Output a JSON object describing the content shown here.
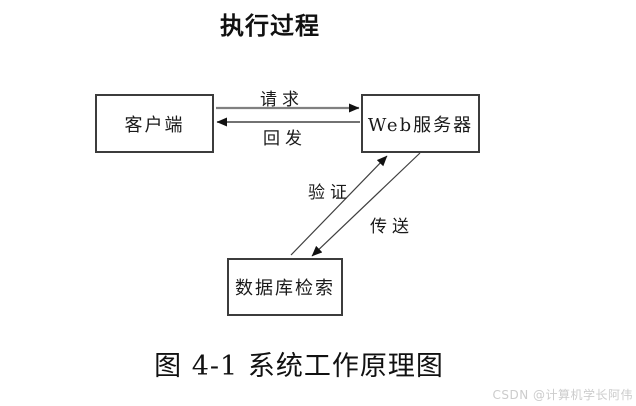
{
  "page": {
    "title": "执行过程",
    "caption": "图 4-1 系统工作原理图",
    "watermark": "CSDN @计算机学长阿伟"
  },
  "diagram": {
    "type": "flow-diagram",
    "nodes": [
      {
        "id": "client",
        "label": "客户端"
      },
      {
        "id": "web-server",
        "label": "Web服务器"
      },
      {
        "id": "database",
        "label": "数据库检索"
      }
    ],
    "edges": [
      {
        "from": "client",
        "to": "web-server",
        "label": "请求",
        "direction": "right"
      },
      {
        "from": "web-server",
        "to": "client",
        "label": "回发",
        "direction": "left"
      },
      {
        "from": "database",
        "to": "web-server",
        "label": "验证",
        "direction": "up"
      },
      {
        "from": "web-server",
        "to": "database",
        "label": "传送",
        "direction": "down"
      }
    ]
  },
  "colors": {
    "background": "#ffffff",
    "box_border": "#3c3c3c",
    "line": "#3f3f3f",
    "request_line": "#808080",
    "arrowhead": "#111111",
    "text": "#1a1a1a",
    "watermark": "#cccccc"
  }
}
